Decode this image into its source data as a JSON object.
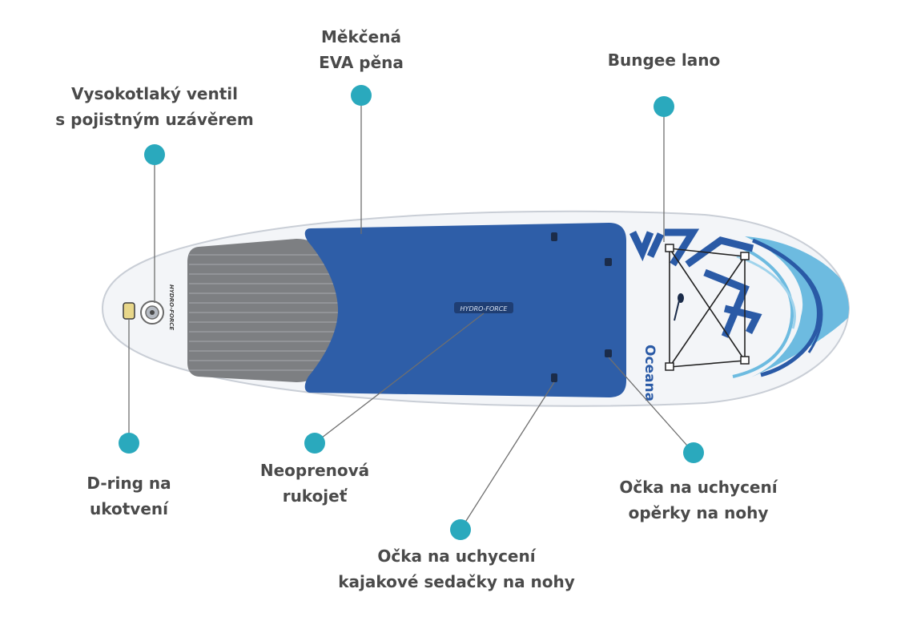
{
  "colors": {
    "dot": "#2aa9bd",
    "line": "#6f6f6f",
    "text": "#4a4a4a",
    "board": "#f3f5f8",
    "deck": "#2e5ea8",
    "pad": "#7d7f82",
    "logo": "#2a5aa6",
    "light_blue": "#6dbbe0"
  },
  "board": {
    "brand_text": "Oceana",
    "handle_text": "HYDRO-FORCE",
    "tail_text": "HYDRO-FORCE"
  },
  "labels": {
    "eva": {
      "line1": "Měkčená",
      "line2": "EVA pěna"
    },
    "bungee": {
      "line1": "Bungee lano"
    },
    "valve": {
      "line1": "Vysokotlaký ventil",
      "line2": "s pojistným uzávěrem"
    },
    "dring": {
      "line1": "D-ring na",
      "line2": "ukotvení"
    },
    "handle": {
      "line1": "Neoprenová",
      "line2": "rukojeť"
    },
    "kayak": {
      "line1": "Očka na uchycení",
      "line2": "kajakové sedačky na nohy"
    },
    "footrest": {
      "line1": "Očka na uchycení",
      "line2": "opěrky na nohy"
    }
  }
}
